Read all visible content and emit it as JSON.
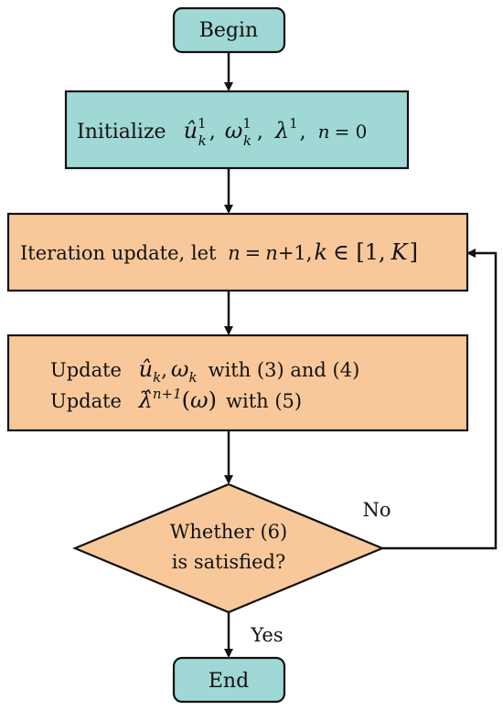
{
  "colors": {
    "terminal_fill": "#9fd8d4",
    "process_fill": "#9fd8d4",
    "step_fill": "#f9c89a",
    "decision_fill": "#f9c89a",
    "stroke": "#111111"
  },
  "nodes": {
    "begin": {
      "label": "Begin"
    },
    "init": {
      "prefix": "Initialize",
      "u": "û",
      "u_sup": "1",
      "u_sub": "k",
      "omega": "ω",
      "omega_sup": "1",
      "omega_sub": "k",
      "lambda": "λ",
      "lambda_sup": "1",
      "sep": ",",
      "n": "n",
      "eq": "= 0"
    },
    "iteration": {
      "prefix": "Iteration update, let",
      "n1": "n",
      "eq": "=",
      "n2": "n",
      "plus1": "+1,",
      "k": "k",
      "in_range": "∈ [1,",
      "K": "K",
      "close": "]"
    },
    "update": {
      "line1_prefix": "Update",
      "line1_u": "û",
      "line1_u_sub": "k",
      "line1_comma": ",",
      "line1_omega": "ω",
      "line1_omega_sub": "k",
      "line1_suffix": "with (3) and (4)",
      "line2_prefix": "Update",
      "line2_lambda": "λ̂",
      "line2_sup": "n+1",
      "line2_arg_open": "(",
      "line2_arg": "ω",
      "line2_arg_close": ")",
      "line2_suffix": "with (5)"
    },
    "decision": {
      "line1": "Whether (6)",
      "line2": "is satisfied?"
    },
    "end": {
      "label": "End"
    }
  },
  "edges": {
    "no_label": "No",
    "yes_label": "Yes"
  }
}
